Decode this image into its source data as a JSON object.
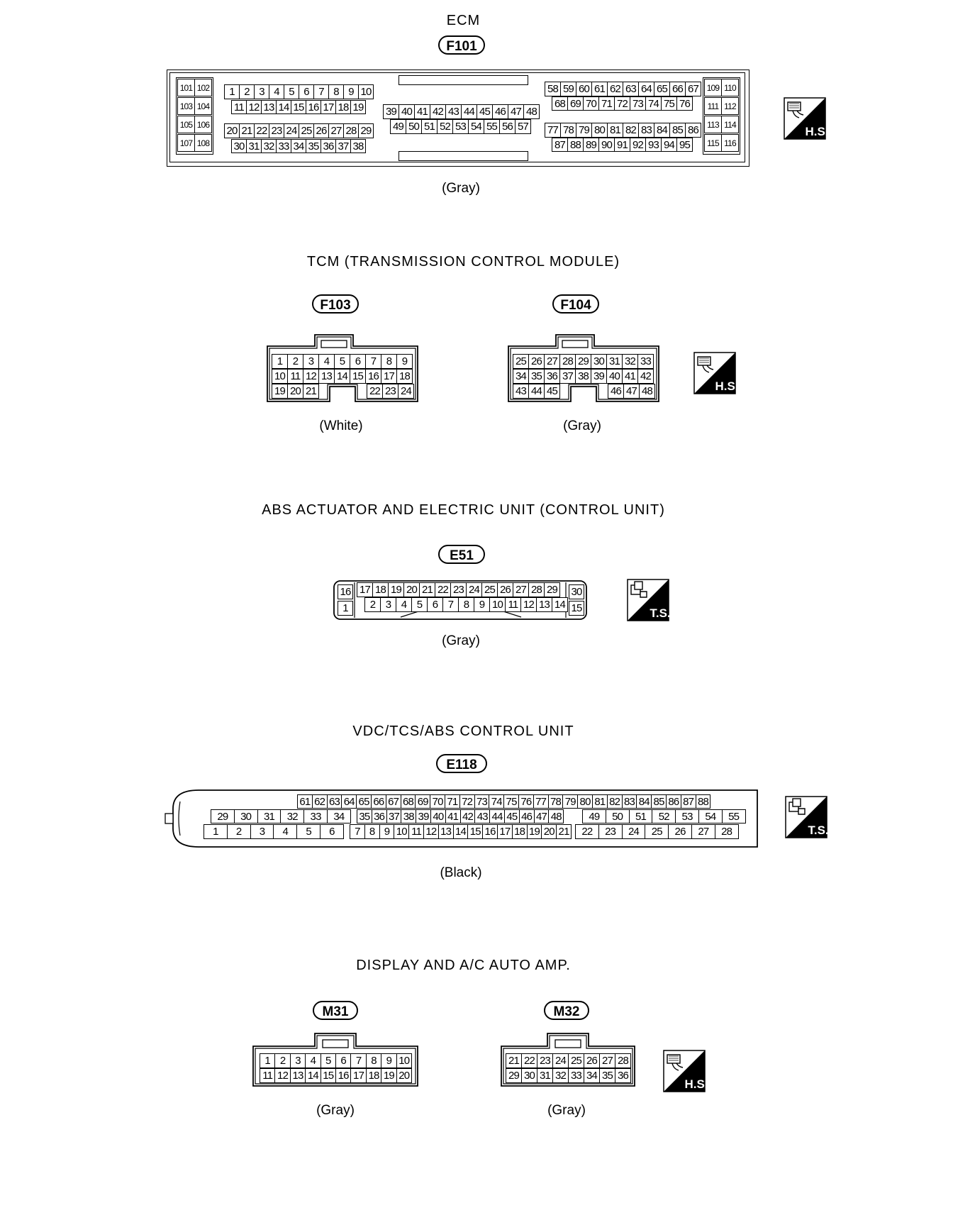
{
  "sections": {
    "ecm": {
      "title": "ECM",
      "connector": "F101",
      "color": "(Gray)",
      "icon": "H.S.",
      "icon_name": "harness-side-icon"
    },
    "tcm": {
      "title": "TCM (TRANSMISSION CONTROL MODULE)",
      "connectors": [
        {
          "id": "F103",
          "color": "(White)"
        },
        {
          "id": "F104",
          "color": "(Gray)"
        }
      ],
      "icon": "H.S.",
      "icon_name": "harness-side-icon"
    },
    "abs": {
      "title": "ABS ACTUATOR AND ELECTRIC UNIT (CONTROL UNIT)",
      "connector": "E51",
      "color": "(Gray)",
      "icon": "T.S.",
      "icon_name": "terminal-side-icon"
    },
    "vdc": {
      "title": "VDC/TCS/ABS CONTROL UNIT",
      "connector": "E118",
      "color": "(Black)",
      "icon": "T.S.",
      "icon_name": "terminal-side-icon"
    },
    "display": {
      "title": "DISPLAY AND A/C AUTO AMP.",
      "connectors": [
        {
          "id": "M31",
          "color": "(Gray)"
        },
        {
          "id": "M32",
          "color": "(Gray)"
        }
      ],
      "icon": "H.S.",
      "icon_name": "harness-side-icon"
    }
  },
  "pins": {
    "f101_a": [
      [
        "101",
        "102"
      ],
      [
        "103",
        "104"
      ],
      [
        "105",
        "106"
      ],
      [
        "107",
        "108"
      ]
    ],
    "f101_b1": [
      "1",
      "2",
      "3",
      "4",
      "5",
      "6",
      "7",
      "8",
      "9",
      "10"
    ],
    "f101_b2": [
      "11",
      "12",
      "13",
      "14",
      "15",
      "16",
      "17",
      "18",
      "19"
    ],
    "f101_b3": [
      "20",
      "21",
      "22",
      "23",
      "24",
      "25",
      "26",
      "27",
      "28",
      "29"
    ],
    "f101_b4": [
      "30",
      "31",
      "32",
      "33",
      "34",
      "35",
      "36",
      "37",
      "38"
    ],
    "f101_c1": [
      "39",
      "40",
      "41",
      "42",
      "43",
      "44",
      "45",
      "46",
      "47",
      "48"
    ],
    "f101_c2": [
      "49",
      "50",
      "51",
      "52",
      "53",
      "54",
      "55",
      "56",
      "57"
    ],
    "f101_d1": [
      "58",
      "59",
      "60",
      "61",
      "62",
      "63",
      "64",
      "65",
      "66",
      "67"
    ],
    "f101_d2": [
      "68",
      "69",
      "70",
      "71",
      "72",
      "73",
      "74",
      "75",
      "76"
    ],
    "f101_d3": [
      "77",
      "78",
      "79",
      "80",
      "81",
      "82",
      "83",
      "84",
      "85",
      "86"
    ],
    "f101_d4": [
      "87",
      "88",
      "89",
      "90",
      "91",
      "92",
      "93",
      "94",
      "95"
    ],
    "f101_e": [
      [
        "109",
        "110"
      ],
      [
        "111",
        "112"
      ],
      [
        "113",
        "114"
      ],
      [
        "115",
        "116"
      ]
    ],
    "f103_r1": [
      "1",
      "2",
      "3",
      "4",
      "5",
      "6",
      "7",
      "8",
      "9"
    ],
    "f103_r2": [
      "10",
      "11",
      "12",
      "13",
      "14",
      "15",
      "16",
      "17",
      "18"
    ],
    "f103_r3a": [
      "19",
      "20",
      "21"
    ],
    "f103_r3b": [
      "22",
      "23",
      "24"
    ],
    "f104_r1": [
      "25",
      "26",
      "27",
      "28",
      "29",
      "30",
      "31",
      "32",
      "33"
    ],
    "f104_r2": [
      "34",
      "35",
      "36",
      "37",
      "38",
      "39",
      "40",
      "41",
      "42"
    ],
    "f104_r3a": [
      "43",
      "44",
      "45"
    ],
    "f104_r3b": [
      "46",
      "47",
      "48"
    ],
    "e51_top": [
      "17",
      "18",
      "19",
      "20",
      "21",
      "22",
      "23",
      "24",
      "25",
      "26",
      "27",
      "28",
      "29"
    ],
    "e51_bot": [
      "2",
      "3",
      "4",
      "5",
      "6",
      "7",
      "8",
      "9",
      "10",
      "11",
      "12",
      "13",
      "14"
    ],
    "e51_ends": {
      "tl": "16",
      "bl": "1",
      "tr": "30",
      "br": "15"
    },
    "e118_r1": [
      "61",
      "62",
      "63",
      "64",
      "65",
      "66",
      "67",
      "68",
      "69",
      "70",
      "71",
      "72",
      "73",
      "74",
      "75",
      "76",
      "77",
      "78",
      "79",
      "80",
      "81",
      "82",
      "83",
      "84",
      "85",
      "86",
      "87",
      "88"
    ],
    "e118_r2a": [
      "29",
      "30",
      "31",
      "32",
      "33",
      "34"
    ],
    "e118_r2b": [
      "35",
      "36",
      "37",
      "38",
      "39",
      "40",
      "41",
      "42",
      "43",
      "44",
      "45",
      "46",
      "47",
      "48"
    ],
    "e118_r2c": [
      "49",
      "50",
      "51",
      "52",
      "53",
      "54",
      "55"
    ],
    "e118_r3a": [
      "1",
      "2",
      "3",
      "4",
      "5",
      "6"
    ],
    "e118_r3b": [
      "7",
      "8",
      "9",
      "10",
      "11",
      "12",
      "13",
      "14",
      "15",
      "16",
      "17",
      "18",
      "19",
      "20",
      "21"
    ],
    "e118_r3c": [
      "22",
      "23",
      "24",
      "25",
      "26",
      "27",
      "28"
    ],
    "m31_r1": [
      "1",
      "2",
      "3",
      "4",
      "5",
      "6",
      "7",
      "8",
      "9",
      "10"
    ],
    "m31_r2": [
      "11",
      "12",
      "13",
      "14",
      "15",
      "16",
      "17",
      "18",
      "19",
      "20"
    ],
    "m32_r1": [
      "21",
      "22",
      "23",
      "24",
      "25",
      "26",
      "27",
      "28"
    ],
    "m32_r2": [
      "29",
      "30",
      "31",
      "32",
      "33",
      "34",
      "35",
      "36"
    ]
  }
}
